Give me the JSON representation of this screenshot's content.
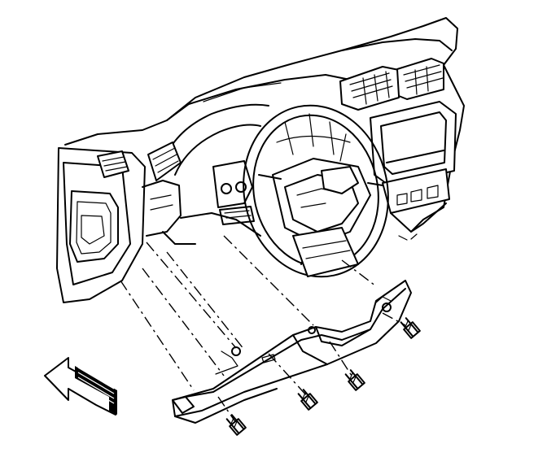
{
  "figure": {
    "subject": "",
    "colors": {
      "line": "#000000",
      "background": "#ffffff"
    },
    "parts": [
      {
        "id": "dashboard",
        "icon": "instrument-panel-illustration"
      },
      {
        "id": "steering-wheel",
        "icon": "steering-wheel-illustration"
      },
      {
        "id": "knee-bolster",
        "icon": "knee-bolster-panel-illustration"
      },
      {
        "id": "bolts",
        "count": 4,
        "icon": "bolt-icon"
      },
      {
        "id": "front-arrow",
        "icon": "front-direction-arrow-icon"
      }
    ]
  }
}
